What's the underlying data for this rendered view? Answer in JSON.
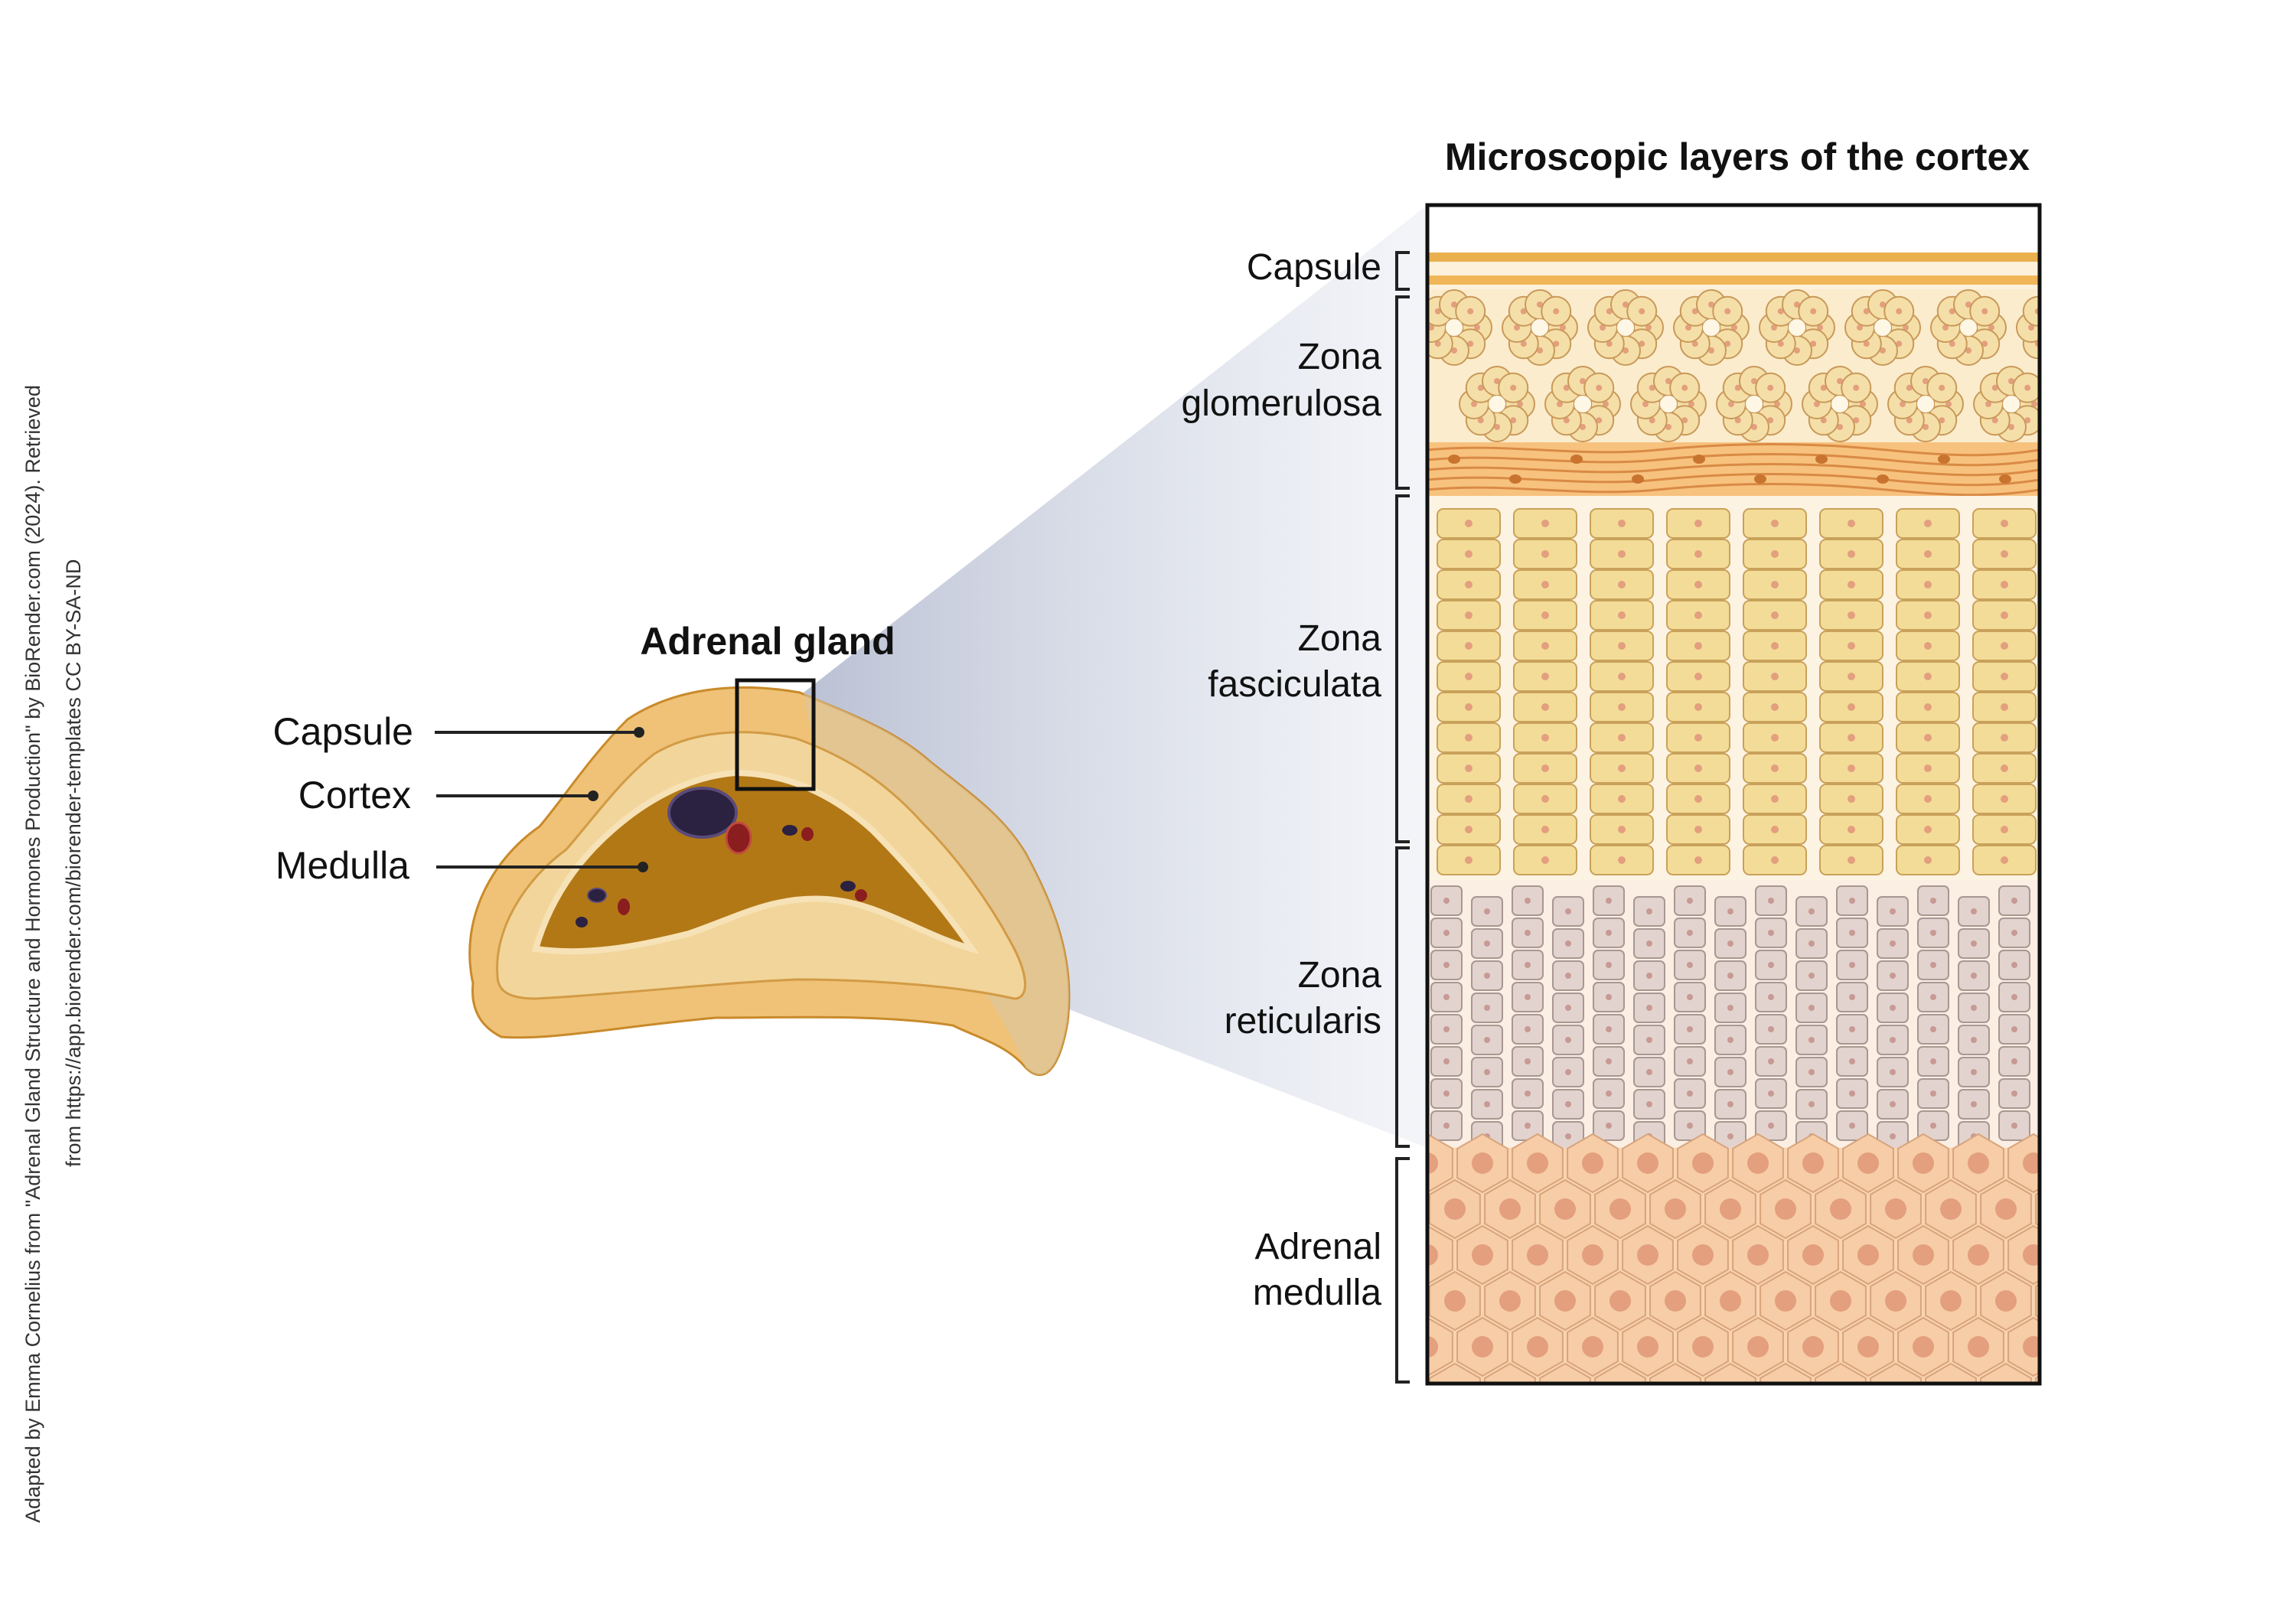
{
  "credit": {
    "line1": "Adapted by Emma Cornelius from \"Adrenal Gland Structure and Hormones Production\" by BioRender.com (2024). Retrieved",
    "line2": "from https://app.biorender.com/biorender-templates CC BY-SA-ND"
  },
  "gland": {
    "title": "Adrenal gland",
    "labels": {
      "capsule": "Capsule",
      "cortex": "Cortex",
      "medulla": "Medulla"
    }
  },
  "micro": {
    "title": "Microscopic layers of the cortex",
    "layers": {
      "capsule": "Capsule",
      "glomerulosa": [
        "Zona",
        "glomerulosa"
      ],
      "fasciculata": [
        "Zona",
        "fasciculata"
      ],
      "reticularis": [
        "Zona",
        "reticularis"
      ],
      "medulla": [
        "Adrenal",
        "medulla"
      ]
    }
  },
  "colors": {
    "capsule_outer": "#e8b35c",
    "cortex": "#f2d59b",
    "medulla_dark": "#b27816",
    "glomerulosa_cell": "#f5dfa8",
    "fasciculata_cell": "#f3dc98",
    "reticularis_cell": "#e2d3cf",
    "medulla_cell": "#f6cda6",
    "nucleus": "#e39f7e",
    "zoom_shade": "#c9cfdf"
  }
}
